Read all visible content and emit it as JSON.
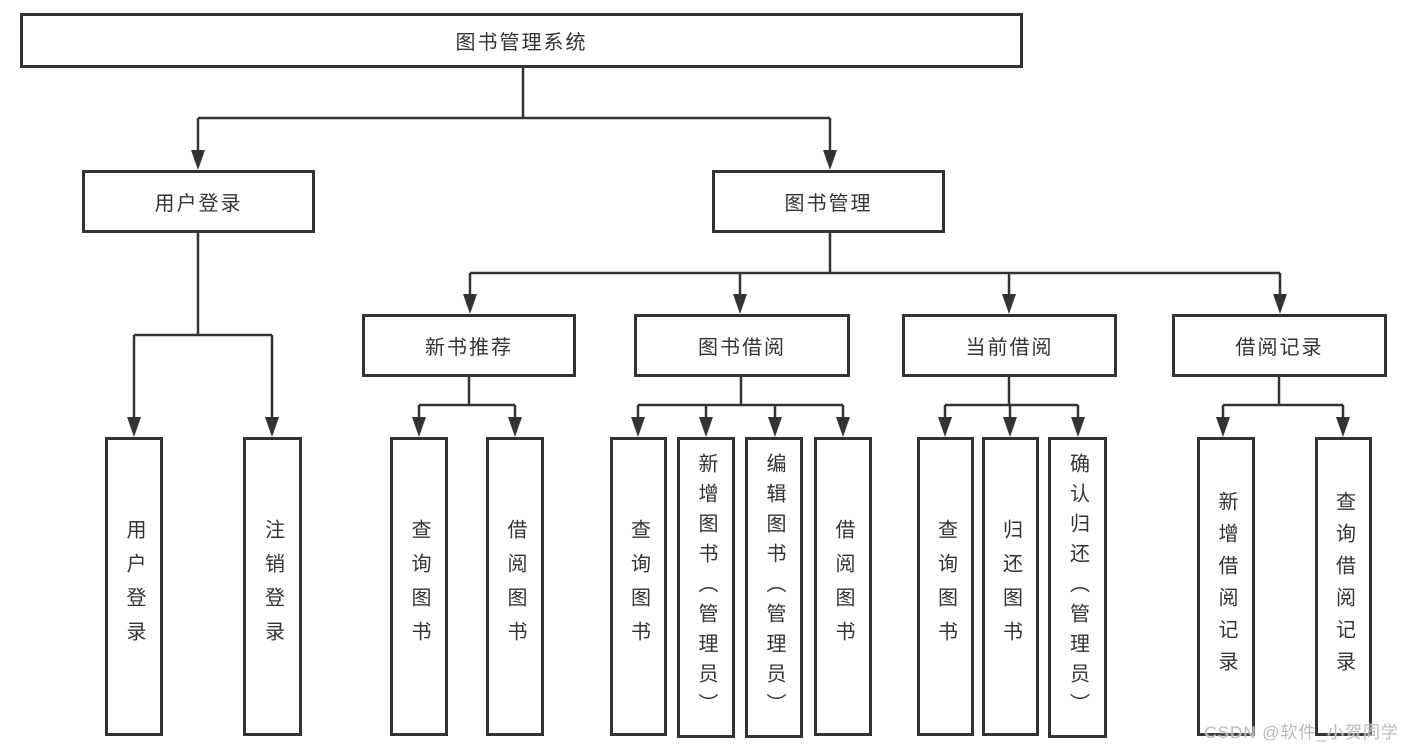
{
  "diagram": {
    "nodes": {
      "root": {
        "label": "图书管理系统"
      },
      "level2": [
        {
          "label": "用户登录"
        },
        {
          "label": "图书管理"
        }
      ],
      "level3": [
        {
          "label": "新书推荐"
        },
        {
          "label": "图书借阅"
        },
        {
          "label": "当前借阅"
        },
        {
          "label": "借阅记录"
        }
      ],
      "leaves": [
        {
          "label": "用户登录",
          "parent": "用户登录"
        },
        {
          "label": "注销登录",
          "parent": "用户登录"
        },
        {
          "label": "查询图书",
          "parent": "新书推荐"
        },
        {
          "label": "借阅图书",
          "parent": "新书推荐"
        },
        {
          "label": "查询图书",
          "parent": "图书借阅"
        },
        {
          "label": "新增图书（管理员）",
          "parent": "图书借阅"
        },
        {
          "label": "编辑图书（管理员）",
          "parent": "图书借阅"
        },
        {
          "label": "借阅图书",
          "parent": "图书借阅"
        },
        {
          "label": "查询图书",
          "parent": "当前借阅"
        },
        {
          "label": "归还图书",
          "parent": "当前借阅"
        },
        {
          "label": "确认归还（管理员）",
          "parent": "当前借阅"
        },
        {
          "label": "新增借阅记录",
          "parent": "借阅记录"
        },
        {
          "label": "查询借阅记录",
          "parent": "借阅记录"
        }
      ]
    },
    "colors": {
      "line": "#333333",
      "text": "#333333",
      "box_background": "#ffffff",
      "watermark": "#b9b9b9"
    }
  },
  "watermark": {
    "text": "CSDN @软件_小贺同学"
  }
}
